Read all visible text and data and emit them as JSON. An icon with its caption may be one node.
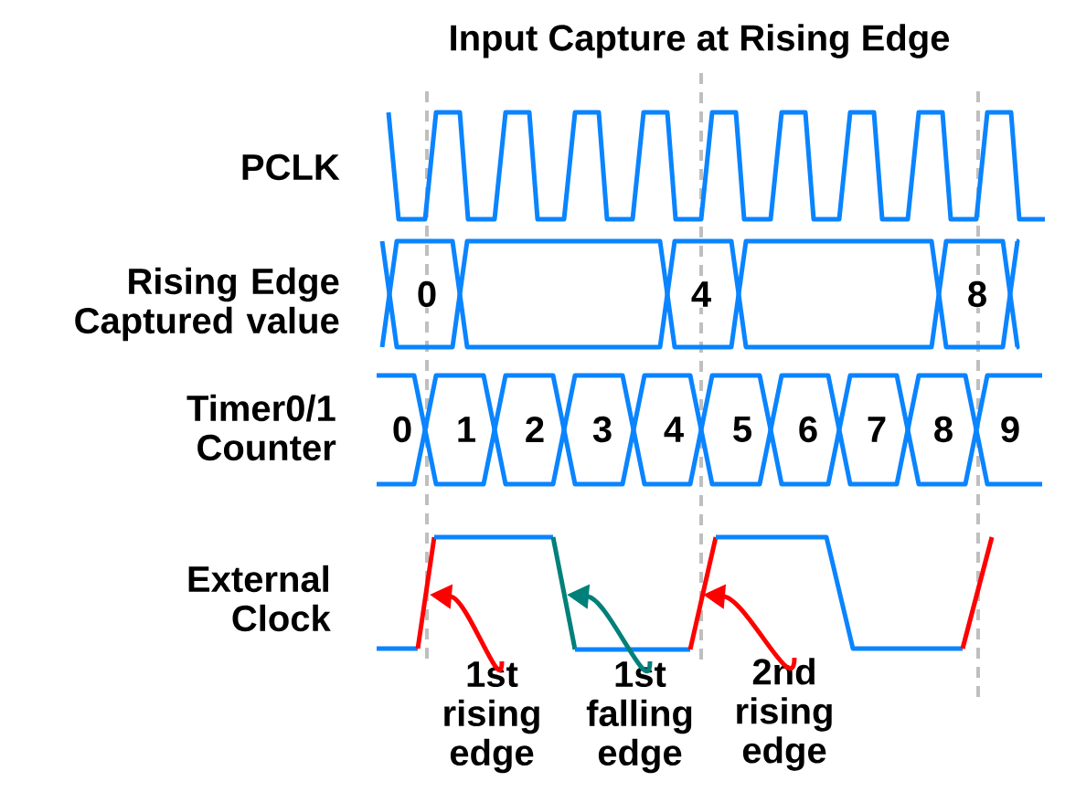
{
  "diagram": {
    "title": "Input Capture at Rising Edge",
    "nodes": [
      {
        "text": [
          "1st rising edge"
        ]
      },
      {
        "text": [
          "1st falling edge"
        ]
      },
      {
        "text": [
          "2nd rising edge"
        ]
      }
    ],
    "edges": [
      {
        "from": 0,
        "to": null,
        "arrow": "to"
      },
      {
        "from": 1,
        "to": null,
        "arrow": "to",
        "color": "#00807a"
      },
      {
        "from": 2,
        "to": null,
        "arrow": "to"
      }
    ],
    "labels": [
      "PCLK",
      "Rising Edge Captured value",
      "Timer0/1 Counter",
      "External Clock",
      "0",
      "4",
      "8",
      "0",
      "1",
      "2",
      "3",
      "4",
      "5",
      "6",
      "7",
      "8",
      "9"
    ]
  }
}
